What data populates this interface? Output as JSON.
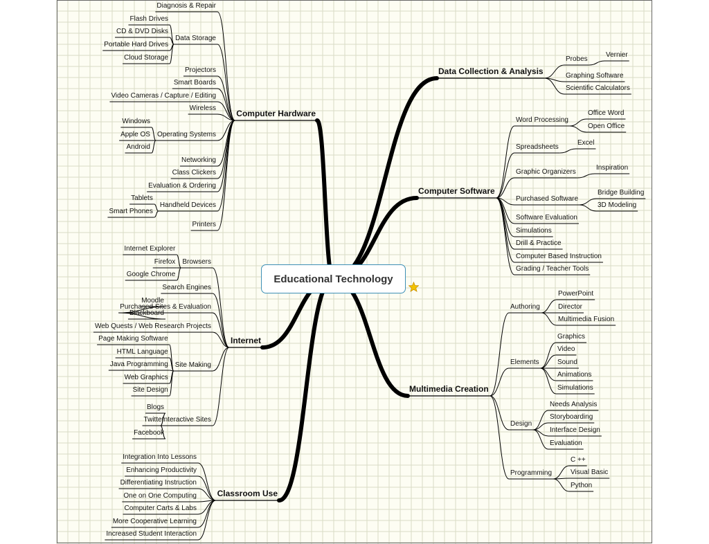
{
  "center": "Educational Technology",
  "colors": {
    "canvas": "#fdfdf3",
    "grid": "#d9dcc6",
    "line": "#000000",
    "center_border": "#3c8fb5",
    "star": "#f2c200"
  },
  "branches": {
    "hardware": {
      "title": "Computer Hardware",
      "items": [
        {
          "label": "Diagnosis & Repair"
        },
        {
          "label": "Data Storage",
          "children": [
            "Flash Drives",
            "CD & DVD Disks",
            "Portable Hard Drives",
            "Cloud Storage"
          ]
        },
        {
          "label": "Projectors"
        },
        {
          "label": "Smart Boards"
        },
        {
          "label": "Video Cameras / Capture / Editing"
        },
        {
          "label": "Wireless"
        },
        {
          "label": "Operating Systems",
          "children": [
            "Windows",
            "Apple OS",
            "Android"
          ]
        },
        {
          "label": "Networking"
        },
        {
          "label": "Class Clickers"
        },
        {
          "label": "Evaluation & Ordering"
        },
        {
          "label": "Handheld Devices",
          "children": [
            "Tablets",
            "Smart Phones"
          ]
        },
        {
          "label": "Printers"
        }
      ]
    },
    "internet": {
      "title": "Internet",
      "items": [
        {
          "label": "Browsers",
          "children": [
            "Internet Explorer",
            "Firefox",
            "Google Chrome"
          ]
        },
        {
          "label": "Search Engines"
        },
        {
          "label": "Purchased Sites & Evaluation",
          "children": [
            "Moodle",
            "Blackboard"
          ]
        },
        {
          "label": "Web Quests / Web Research Projects"
        },
        {
          "label": "Site Making",
          "children": [
            "Page Making Software",
            "HTML Language",
            "Java Programming",
            "Web Graphics",
            "Site Design"
          ]
        },
        {
          "label": "Interactive Sites",
          "children": [
            "Blogs",
            "Twitter",
            "Facebook"
          ]
        }
      ]
    },
    "classroom": {
      "title": "Classroom Use",
      "items": [
        {
          "label": "Integration Into Lessons"
        },
        {
          "label": "Enhancing Productivity"
        },
        {
          "label": "Differentiating Instruction"
        },
        {
          "label": "One on One Computing"
        },
        {
          "label": "Computer Carts & Labs"
        },
        {
          "label": "More Cooperative Learning"
        },
        {
          "label": "Increased Student Interaction"
        }
      ]
    },
    "data": {
      "title": "Data Collection & Analysis",
      "items": [
        {
          "label": "Probes",
          "children": [
            "Vernier"
          ]
        },
        {
          "label": "Graphing Software"
        },
        {
          "label": "Scientific Calculators"
        }
      ]
    },
    "software": {
      "title": "Computer Software",
      "items": [
        {
          "label": "Word Processing",
          "children": [
            "Office Word",
            "Open Office"
          ]
        },
        {
          "label": "Spreadsheets",
          "children": [
            "Excel"
          ]
        },
        {
          "label": "Graphic Organizers",
          "children": [
            "Inspiration"
          ]
        },
        {
          "label": "Purchased Software",
          "children": [
            "Bridge Building",
            "3D Modeling"
          ]
        },
        {
          "label": "Software Evaluation"
        },
        {
          "label": "Simulations"
        },
        {
          "label": "Drill & Practice"
        },
        {
          "label": "Computer Based Instruction"
        },
        {
          "label": "Grading / Teacher Tools"
        }
      ]
    },
    "multimedia": {
      "title": "Multimedia Creation",
      "items": [
        {
          "label": "Authoring",
          "children": [
            "PowerPoint",
            "Director",
            "Multimedia Fusion"
          ]
        },
        {
          "label": "Elements",
          "children": [
            "Graphics",
            "Video",
            "Sound",
            "Animations",
            "Simulations"
          ]
        },
        {
          "label": "Design",
          "children": [
            "Needs Analysis",
            "Storyboarding",
            "Interface Design",
            "Evaluation"
          ]
        },
        {
          "label": "Programming",
          "children": [
            "C ++",
            "Visual Basic",
            "Python"
          ]
        }
      ]
    }
  }
}
